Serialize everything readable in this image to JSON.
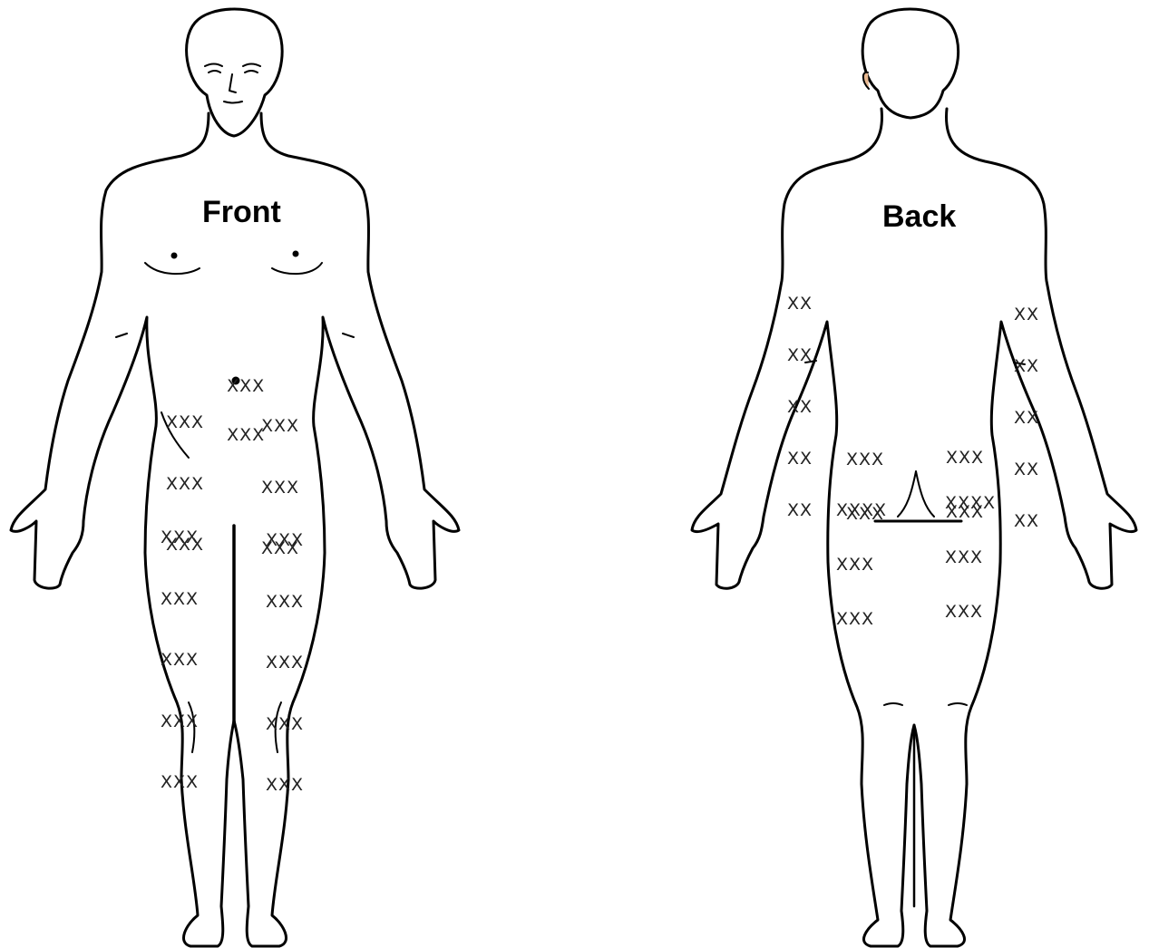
{
  "views": {
    "front": {
      "label": "Front"
    },
    "back": {
      "label": "Back"
    }
  },
  "injection_marks": {
    "symbol": "X",
    "front_abdomen_top": "XXX",
    "front_abdomen_left": [
      "XXX",
      "XXX",
      "XXX"
    ],
    "front_abdomen_center": "XXX",
    "front_abdomen_right": [
      "XXX",
      "XXX",
      "XXX"
    ],
    "front_thigh_left": [
      "XXX",
      "XXX",
      "XXX",
      "XXX",
      "XXX"
    ],
    "front_thigh_right": [
      "XXX",
      "XXX",
      "XXX",
      "XXX",
      "XXX"
    ],
    "back_arm_left": [
      "XX",
      "XX",
      "XX",
      "XX",
      "XX"
    ],
    "back_arm_right": [
      "XX",
      "XX",
      "XX",
      "XX",
      "XX"
    ],
    "back_hip_left_upper": [
      "XXX",
      "XXX"
    ],
    "back_hip_right_upper": [
      "XXX",
      "XXX"
    ],
    "back_buttock_left": [
      "XXXX",
      "XXX",
      "XXX"
    ],
    "back_buttock_right": [
      "XXXX",
      "XXX",
      "XXX"
    ]
  },
  "colors": {
    "outline": "#000000",
    "marks": "#222222",
    "background": "#ffffff",
    "ear": "#e8b890"
  }
}
